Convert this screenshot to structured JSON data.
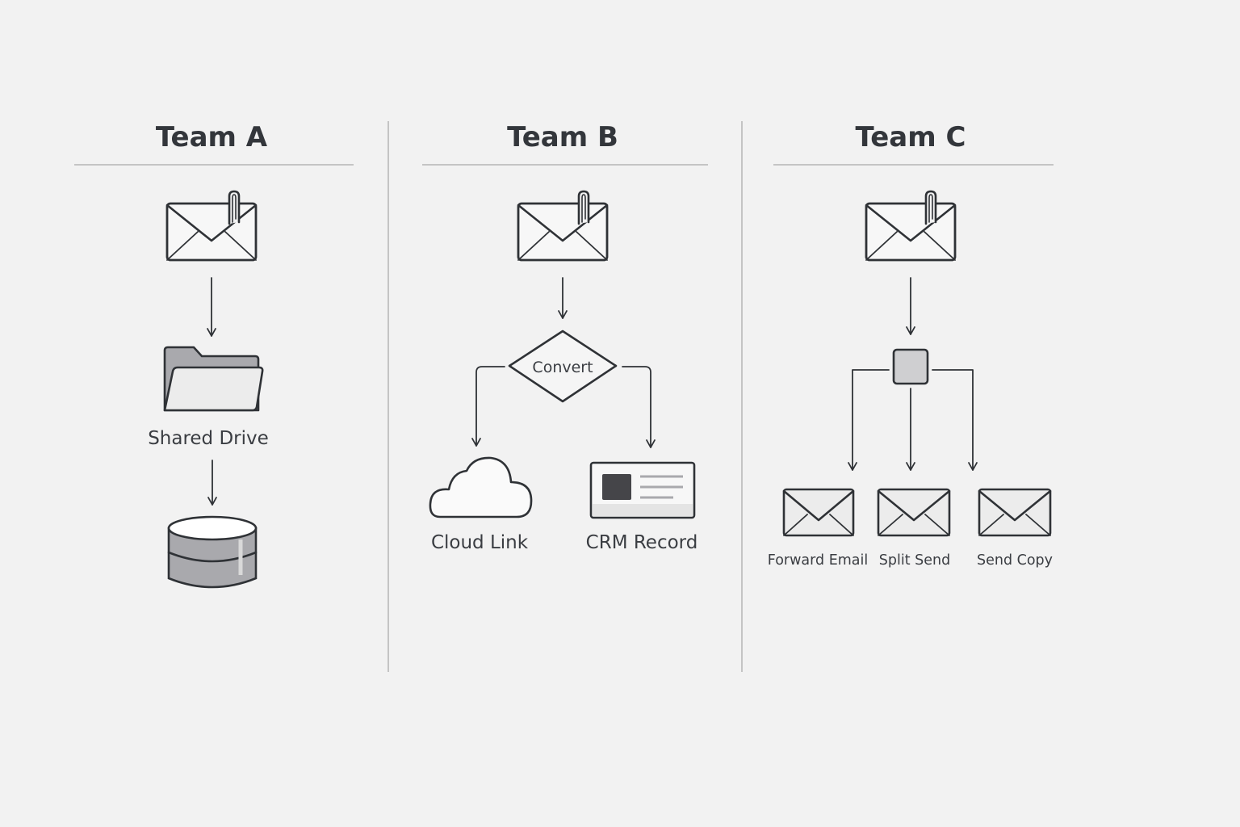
{
  "columns": [
    {
      "title": "Team A",
      "steps": [
        {
          "icon": "email-attachment-icon"
        },
        {
          "icon": "folder-icon",
          "label": "Shared Drive"
        },
        {
          "icon": "database-icon"
        }
      ]
    },
    {
      "title": "Team B",
      "steps": [
        {
          "icon": "email-attachment-icon"
        },
        {
          "icon": "decision-diamond",
          "label": "Convert"
        },
        {
          "icon": "cloud-icon",
          "label": "Cloud Link"
        },
        {
          "icon": "record-card-icon",
          "label": "CRM Record"
        }
      ]
    },
    {
      "title": "Team C",
      "steps": [
        {
          "icon": "email-attachment-icon"
        },
        {
          "icon": "splitter-node"
        },
        {
          "icon": "email-icon",
          "label": "Forward Email"
        },
        {
          "icon": "email-icon",
          "label": "Split Send"
        },
        {
          "icon": "email-icon",
          "label": "Send Copy"
        }
      ]
    }
  ],
  "colors": {
    "background": "#f2f2f2",
    "stroke": "#2f3236",
    "divider": "#c4c4c4",
    "fill_light": "#e6e6e6",
    "fill_mid": "#a9a9ad"
  }
}
